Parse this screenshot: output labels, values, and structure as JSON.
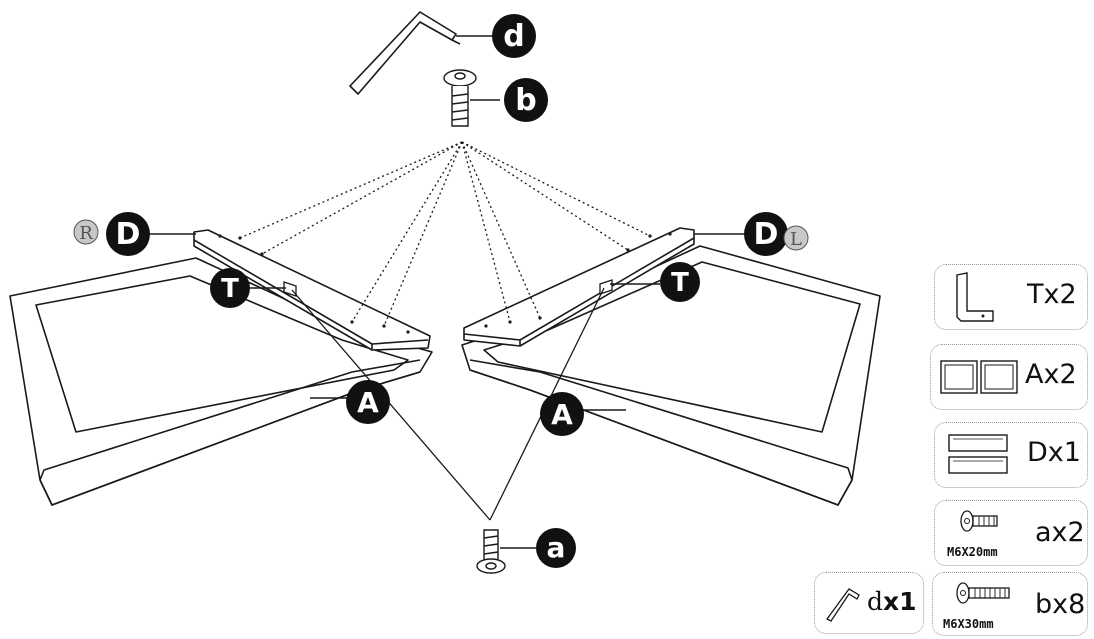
{
  "callouts": {
    "d": "d",
    "b": "b",
    "a": "a",
    "D_left": "D",
    "D_right": "D",
    "T_left": "T",
    "T_right": "T",
    "A_left": "A",
    "A_right": "A",
    "R": "R",
    "L": "L"
  },
  "parts": [
    {
      "letter": "T",
      "qty": "x2",
      "icon": "l-bracket-icon"
    },
    {
      "letter": "A",
      "qty": "x2",
      "icon": "stand-legs-icon"
    },
    {
      "letter": "D",
      "qty": "x1",
      "icon": "brace-bars-icon"
    },
    {
      "letter": "a",
      "qty": "x2",
      "icon": "short-screw-icon",
      "spec": "M6X20mm"
    },
    {
      "letter": "b",
      "qty": "x8",
      "icon": "long-screw-icon",
      "spec": "M6X30mm"
    },
    {
      "letter": "d",
      "qty": "x1",
      "icon": "hex-key-icon"
    }
  ],
  "colors": {
    "callout": "#111111",
    "line": "#1a1a1a",
    "side_badge": "#c8c8c8"
  }
}
